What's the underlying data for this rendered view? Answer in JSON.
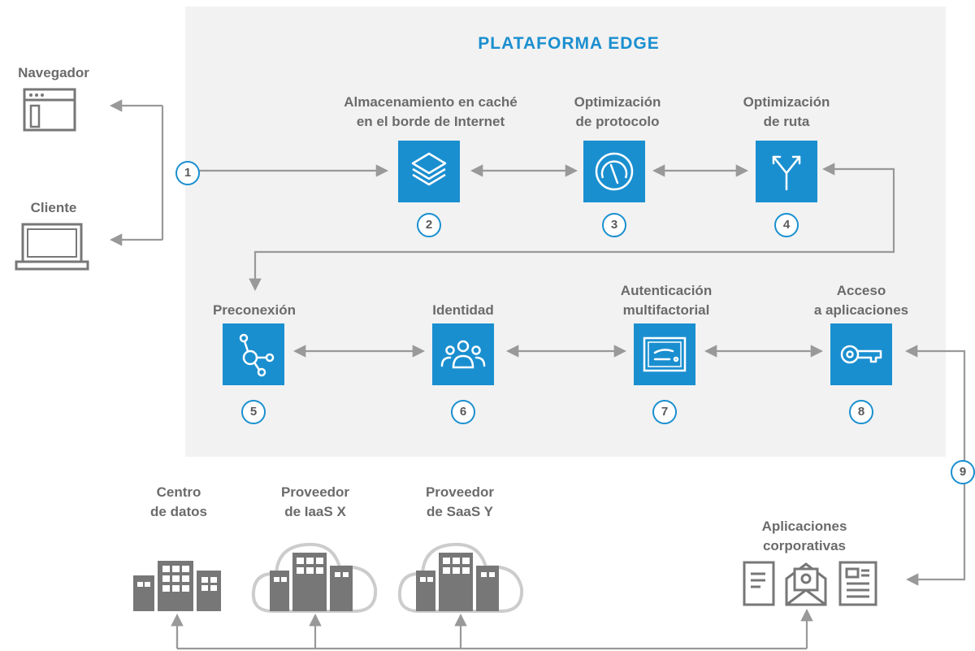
{
  "title": "PLATAFORMA EDGE",
  "colors": {
    "accent": "#1a8fd0",
    "panel": "#f2f2f2",
    "text": "#6b6b6b",
    "icon_gray": "#777777",
    "connector": "#999999"
  },
  "devices": [
    {
      "label": "Navegador",
      "icon": "browser-window-icon"
    },
    {
      "label": "Cliente",
      "icon": "laptop-icon"
    }
  ],
  "services": [
    {
      "number": "2",
      "label": [
        "Almacenamiento en caché",
        "en el borde de Internet"
      ],
      "icon": "layers-icon"
    },
    {
      "number": "3",
      "label": [
        "Optimización",
        "de protocolo"
      ],
      "icon": "gauge-icon"
    },
    {
      "number": "4",
      "label": [
        "Optimización",
        "de ruta"
      ],
      "icon": "route-fork-icon"
    },
    {
      "number": "5",
      "label": [
        "Preconexión"
      ],
      "icon": "connection-hub-icon"
    },
    {
      "number": "6",
      "label": [
        "Identidad"
      ],
      "icon": "users-group-icon"
    },
    {
      "number": "7",
      "label": [
        "Autenticación",
        "multifactorial"
      ],
      "icon": "certificate-icon"
    },
    {
      "number": "8",
      "label": [
        "Acceso",
        "a aplicaciones"
      ],
      "icon": "key-icon"
    }
  ],
  "step_markers": [
    "1",
    "9"
  ],
  "origins": [
    {
      "label": [
        "Centro",
        "de datos"
      ],
      "icon": "buildings-icon"
    },
    {
      "label": [
        "Proveedor",
        "de IaaS X"
      ],
      "icon": "cloud-buildings-icon"
    },
    {
      "label": [
        "Proveedor",
        "de SaaS Y"
      ],
      "icon": "cloud-buildings-icon"
    },
    {
      "label": [
        "Aplicaciones",
        "corporativas"
      ],
      "icon": "documents-email-icon"
    }
  ]
}
